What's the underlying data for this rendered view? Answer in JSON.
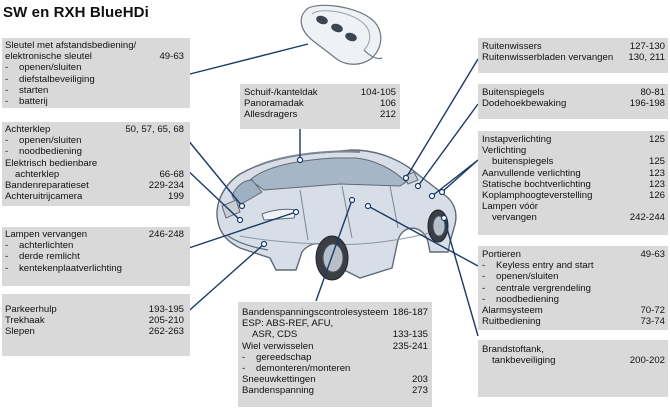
{
  "page": {
    "title": "SW en RXH BlueHDi"
  },
  "boxes": [
    {
      "id": "sleutel",
      "rows": [
        {
          "t": "Sleutel met afstandsbediening/",
          "p": ""
        },
        {
          "t": "elektronische sleutel",
          "p": "49-63"
        },
        {
          "t": "openen/sluiten",
          "p": "",
          "k": "sub"
        },
        {
          "t": "diefstalbeveiliging",
          "p": "",
          "k": "sub"
        },
        {
          "t": "starten",
          "p": "",
          "k": "sub"
        },
        {
          "t": "batterij",
          "p": "",
          "k": "sub"
        }
      ]
    },
    {
      "id": "achterklep",
      "rows": [
        {
          "t": "Achterklep",
          "p": "50, 57, 65, 68"
        },
        {
          "t": "openen/sluiten",
          "p": "",
          "k": "sub"
        },
        {
          "t": "noodbediening",
          "p": "",
          "k": "sub"
        },
        {
          "t": "Elektrisch bedienbare",
          "p": ""
        },
        {
          "t": "achterklep",
          "p": "66-68",
          "k": "ind"
        },
        {
          "t": "Bandenreparatieset",
          "p": "229-234"
        },
        {
          "t": "Achteruitrijcamera",
          "p": "199"
        }
      ]
    },
    {
      "id": "lampen",
      "rows": [
        {
          "t": "Lampen vervangen",
          "p": "246-248"
        },
        {
          "t": "achterlichten",
          "p": "",
          "k": "sub"
        },
        {
          "t": "derde remlicht",
          "p": "",
          "k": "sub"
        },
        {
          "t": "kentekenplaatverlichting",
          "p": "",
          "k": "sub"
        }
      ]
    },
    {
      "id": "parkeer",
      "rows": [
        {
          "t": "Parkeerhulp",
          "p": "193-195"
        },
        {
          "t": "Trekhaak",
          "p": "205-210"
        },
        {
          "t": "Slepen",
          "p": "262-263"
        }
      ]
    },
    {
      "id": "dak",
      "rows": [
        {
          "t": "Schuif-/kanteldak",
          "p": "104-105"
        },
        {
          "t": "Panoramadak",
          "p": "106"
        },
        {
          "t": "Allesdragers",
          "p": "212"
        }
      ]
    },
    {
      "id": "banden",
      "rows": [
        {
          "t": "Bandenspanningscontrolesysteem",
          "p": "186-187"
        },
        {
          "t": "ESP: ABS-REF, AFU,",
          "p": ""
        },
        {
          "t": "ASR, CDS",
          "p": "133-135",
          "k": "ind"
        },
        {
          "t": "Wiel verwisselen",
          "p": "235-241"
        },
        {
          "t": "gereedschap",
          "p": "",
          "k": "sub"
        },
        {
          "t": "demonteren/monteren",
          "p": "",
          "k": "sub"
        },
        {
          "t": "Sneeuwkettingen",
          "p": "203"
        },
        {
          "t": "Bandenspanning",
          "p": "273"
        }
      ]
    },
    {
      "id": "ruitenwissers",
      "rows": [
        {
          "t": "Ruitenwissers",
          "p": "127-130"
        },
        {
          "t": "Ruitenwisserbladen vervangen",
          "p": "130, 211"
        }
      ]
    },
    {
      "id": "spiegels",
      "rows": [
        {
          "t": "Buitenspiegels",
          "p": "80-81"
        },
        {
          "t": "Dodehoekbewaking",
          "p": "196-198"
        }
      ]
    },
    {
      "id": "verlichting",
      "rows": [
        {
          "t": "Instapverlichting",
          "p": "125"
        },
        {
          "t": "Verlichting",
          "p": ""
        },
        {
          "t": "buitenspiegels",
          "p": "125",
          "k": "ind"
        },
        {
          "t": "Aanvullende verlichting",
          "p": "123"
        },
        {
          "t": "Statische bochtverlichting",
          "p": "123"
        },
        {
          "t": "Koplamphoogteverstelling",
          "p": "126"
        },
        {
          "t": "Lampen vóór",
          "p": ""
        },
        {
          "t": "vervangen",
          "p": "242-244",
          "k": "ind"
        }
      ]
    },
    {
      "id": "portieren",
      "rows": [
        {
          "t": "Portieren",
          "p": "49-63"
        },
        {
          "t": "Keyless entry and start",
          "p": "",
          "k": "sub"
        },
        {
          "t": "openen/sluiten",
          "p": "",
          "k": "sub"
        },
        {
          "t": "centrale vergrendeling",
          "p": "",
          "k": "sub"
        },
        {
          "t": "noodbediening",
          "p": "",
          "k": "sub"
        },
        {
          "t": "Alarmsysteem",
          "p": "70-72"
        },
        {
          "t": "Ruitbediening",
          "p": "73-74"
        }
      ]
    },
    {
      "id": "brandstof",
      "rows": [
        {
          "t": "Brandstoftank,",
          "p": ""
        },
        {
          "t": "tankbeveiliging",
          "p": "200-202",
          "k": "ind"
        }
      ]
    }
  ]
}
